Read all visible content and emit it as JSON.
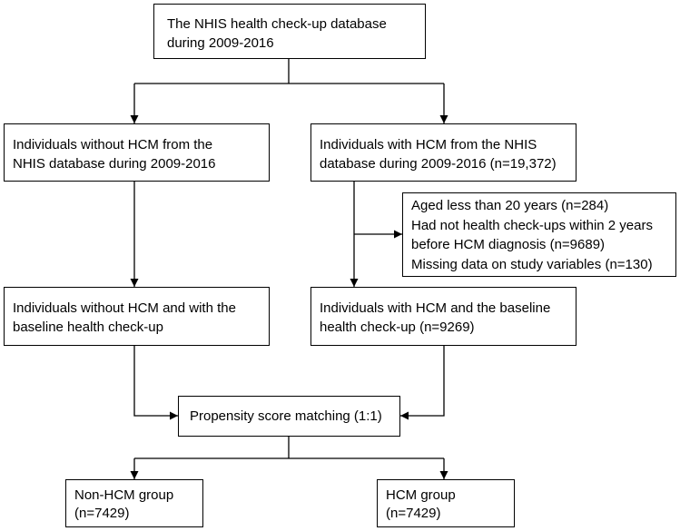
{
  "flowchart": {
    "source": {
      "lines": [
        "The NHIS health check-up database",
        "during 2009-2016"
      ]
    },
    "left_branch": {
      "lines": [
        "Individuals without HCM from the",
        "NHIS database during 2009-2016"
      ]
    },
    "right_branch": {
      "lines": [
        "Individuals with HCM from the NHIS",
        "database during 2009-2016 (n=19,372)"
      ]
    },
    "exclusions": {
      "lines": [
        "Aged less than 20 years (n=284)",
        "Had not health check-ups within 2 years",
        "before HCM diagnosis (n=9689)",
        "Missing data on study variables (n=130)"
      ]
    },
    "left_baseline": {
      "lines": [
        "Individuals without HCM and with the",
        "baseline health check-up"
      ]
    },
    "right_baseline": {
      "lines": [
        "Individuals with HCM and the baseline",
        "health check-up (n=9269)"
      ]
    },
    "matching": {
      "lines": [
        "Propensity score matching (1:1)"
      ]
    },
    "non_hcm_group": {
      "lines": [
        "Non-HCM group",
        "(n=7429)"
      ]
    },
    "hcm_group": {
      "lines": [
        "HCM group",
        "(n=7429)"
      ]
    }
  }
}
